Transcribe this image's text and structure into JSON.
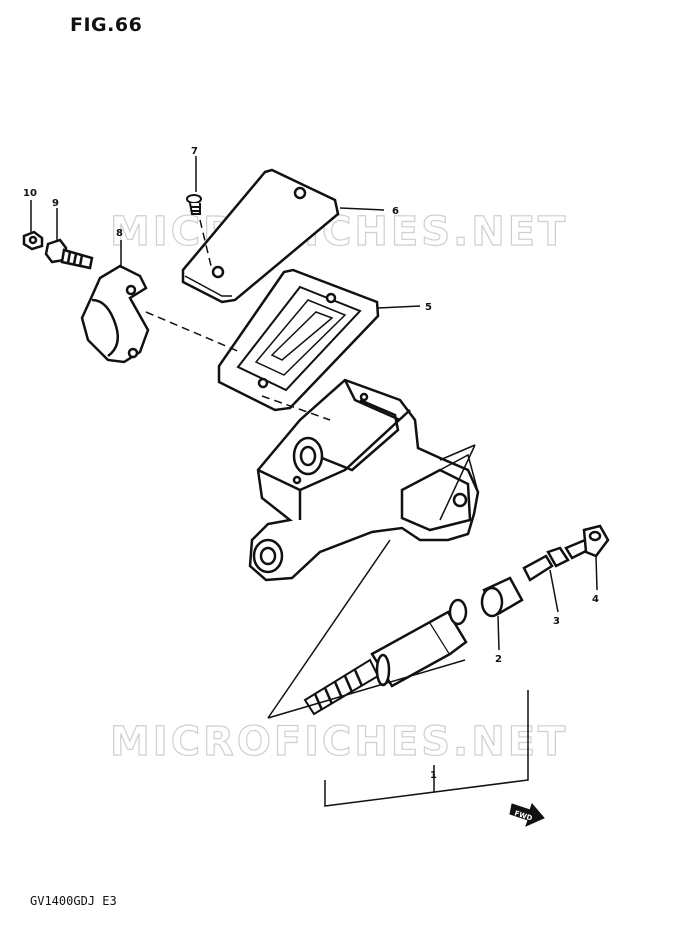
{
  "header": {
    "figure": "FIG.66"
  },
  "footer": {
    "model": "GV1400GDJ E3"
  },
  "watermarks": [
    "MICROFICHES.NET",
    "MICROFICHES.NET"
  ],
  "arrow": {
    "text": "FWD"
  },
  "callouts": [
    "1",
    "2",
    "3",
    "4",
    "5",
    "6",
    "7",
    "8",
    "9",
    "10"
  ]
}
